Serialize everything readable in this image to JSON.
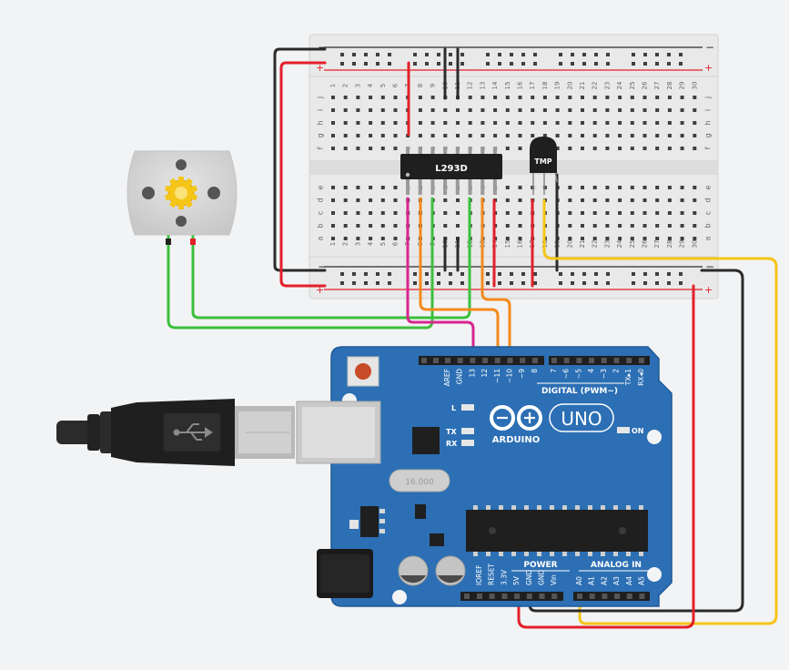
{
  "canvas": {
    "background": "#f2f3f5"
  },
  "breadboard": {
    "rail_minus": "−",
    "rail_plus": "+",
    "row_letters_top": [
      "j",
      "i",
      "h",
      "g",
      "f"
    ],
    "row_letters_bottom": [
      "e",
      "d",
      "c",
      "b",
      "a"
    ],
    "column_numbers": [
      "1",
      "2",
      "3",
      "4",
      "5",
      "6",
      "7",
      "8",
      "9",
      "10",
      "11",
      "12",
      "13",
      "14",
      "15",
      "16",
      "17",
      "18",
      "19",
      "20",
      "21",
      "22",
      "23",
      "24",
      "25",
      "26",
      "27",
      "28",
      "29",
      "30"
    ]
  },
  "ic_chip": {
    "label": "L293D"
  },
  "temp_sensor": {
    "label": "TMP"
  },
  "arduino": {
    "brand": "ARDUINO",
    "model": "UNO",
    "digital_header_label": "DIGITAL (PWM~)",
    "power_label": "POWER",
    "analog_label": "ANALOG IN",
    "led_labels": {
      "l": "L",
      "tx": "TX",
      "rx": "RX",
      "on": "ON"
    },
    "crystal_label": "16.000",
    "digital_pins_left": [
      "AREF",
      "GND",
      "13",
      "12",
      "~11",
      "~10",
      "~9",
      "8"
    ],
    "digital_pins_right": [
      "7",
      "~6",
      "~5",
      "4",
      "~3",
      "2",
      "TX▸1",
      "RX◂0"
    ],
    "power_pins": [
      "IOREF",
      "RESET",
      "3.3V",
      "5V",
      "GND",
      "GND",
      "Vin"
    ],
    "analog_pins": [
      "A0",
      "A1",
      "A2",
      "A3",
      "A4",
      "A5"
    ]
  },
  "wire_colors": {
    "black": "#2b2b2b",
    "red": "#e3202a",
    "green": "#3cbf3c",
    "orange": "#f28a1d",
    "magenta": "#d6268f",
    "yellow": "#f5c518"
  }
}
